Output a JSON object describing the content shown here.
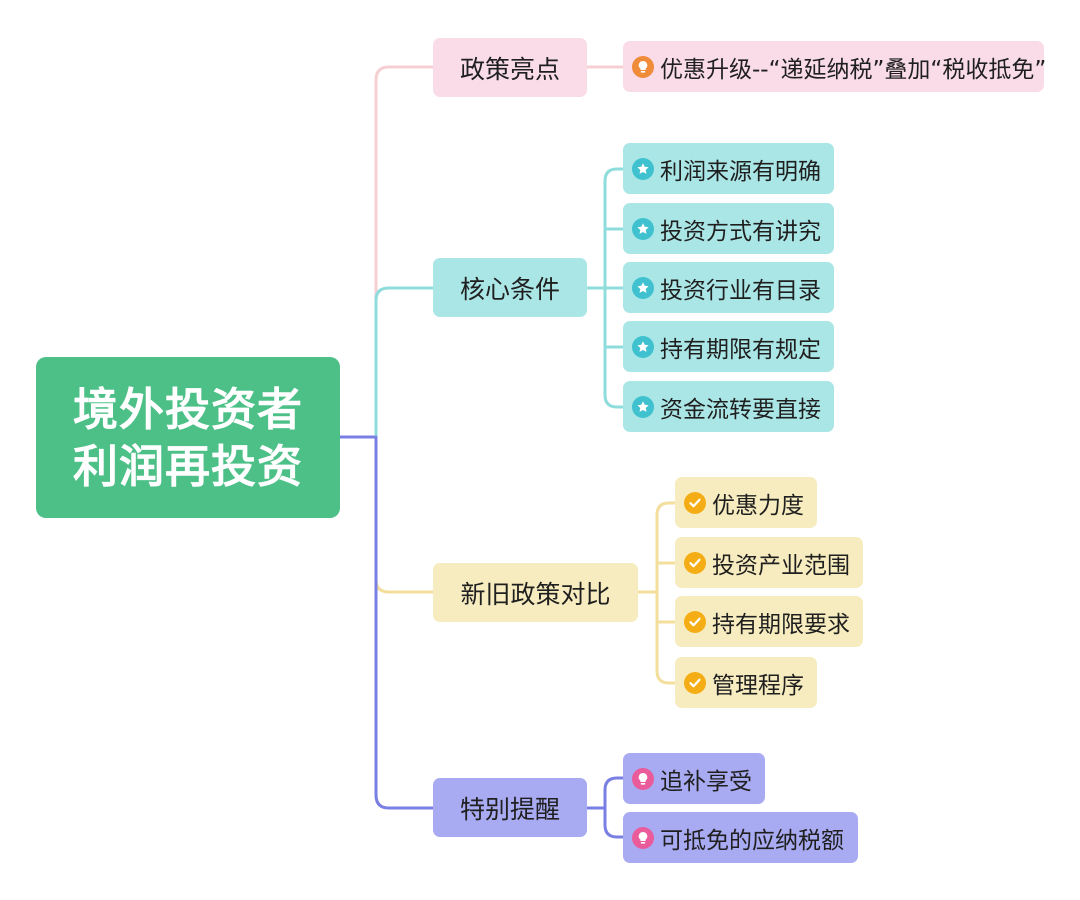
{
  "root": {
    "line1": "境外投资者",
    "line2": "利润再投资"
  },
  "branches": {
    "highlights": {
      "label": "政策亮点",
      "items": [
        "优惠升级--“递延纳税”叠加“税收抵免”"
      ]
    },
    "conditions": {
      "label": "核心条件",
      "items": [
        "利润来源有明确",
        "投资方式有讲究",
        "投资行业有目录",
        "持有期限有规定",
        "资金流转要直接"
      ]
    },
    "comparison": {
      "label": "新旧政策对比",
      "items": [
        "优惠力度",
        "投资产业范围",
        "持有期限要求",
        "管理程序"
      ]
    },
    "reminder": {
      "label": "特别提醒",
      "items": [
        "追补享受",
        "可抵免的应纳税额"
      ]
    }
  },
  "colors": {
    "root": "#4dc088",
    "highlights": "#f9dce8",
    "conditions": "#abe6e6",
    "comparison": "#f7ecbf",
    "reminder": "#a8aaf2"
  },
  "icons": {
    "highlights": "lightbulb-icon",
    "conditions": "star-icon",
    "comparison": "check-icon",
    "reminder": "lightbulb-icon"
  }
}
